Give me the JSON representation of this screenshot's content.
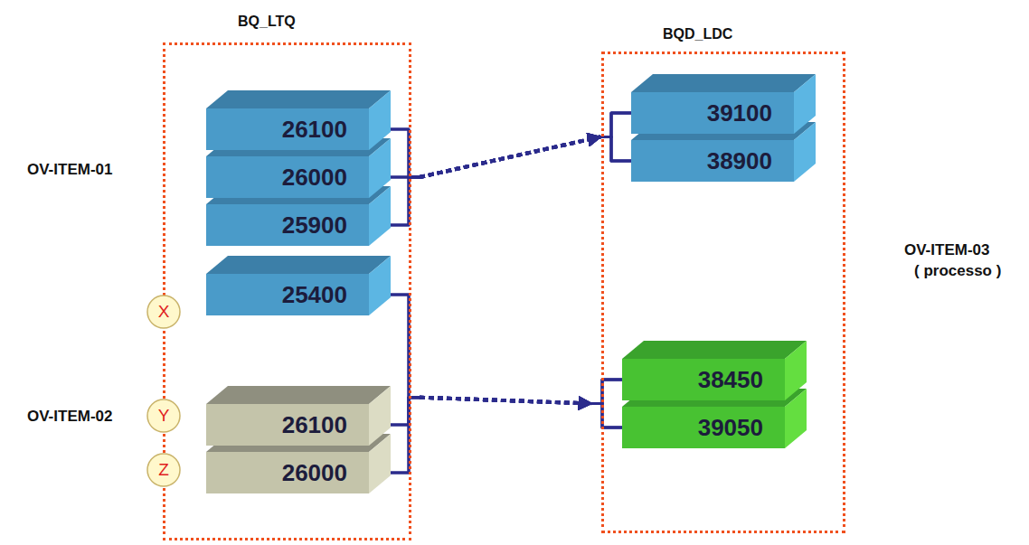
{
  "diagram": {
    "nodes": [
      {
        "text": [
          "BQ_LTQ"
        ]
      },
      {
        "text": [
          "26100"
        ],
        "in": 0
      },
      {
        "text": [
          "26000"
        ],
        "in": 0
      },
      {
        "text": [
          "25900"
        ],
        "in": 0
      },
      {
        "text": [
          "25400"
        ],
        "in": 0
      },
      {
        "text": [
          "26100"
        ],
        "in": 0
      },
      {
        "text": [
          "26000"
        ],
        "in": 0
      },
      {
        "text": [
          "BQD_LDC"
        ]
      },
      {
        "text": [
          "39100"
        ],
        "in": 7
      },
      {
        "text": [
          "38900"
        ],
        "in": 7
      },
      {
        "text": [
          "38450"
        ],
        "in": 7
      },
      {
        "text": [
          "39050"
        ],
        "in": 7
      },
      {
        "text": [
          "X"
        ]
      },
      {
        "text": [
          "Y"
        ]
      },
      {
        "text": [
          "Z"
        ]
      }
    ],
    "edges": [
      {
        "from": 1,
        "to": 8,
        "arrow": "to"
      },
      {
        "from": 1,
        "to": 9,
        "arrow": "to"
      },
      {
        "from": 2,
        "to": 8,
        "arrow": "to"
      },
      {
        "from": 2,
        "to": 9,
        "arrow": "to"
      },
      {
        "from": 3,
        "to": 8,
        "arrow": "to"
      },
      {
        "from": 3,
        "to": 9,
        "arrow": "to"
      },
      {
        "from": 4,
        "to": 10,
        "arrow": "to"
      },
      {
        "from": 4,
        "to": 11,
        "arrow": "to"
      },
      {
        "from": 5,
        "to": 10,
        "arrow": "to"
      },
      {
        "from": 5,
        "to": 11,
        "arrow": "to"
      },
      {
        "from": 6,
        "to": 10,
        "arrow": "to"
      },
      {
        "from": 6,
        "to": 11,
        "arrow": "to"
      }
    ],
    "labels": [
      "OV-ITEM-01",
      "OV-ITEM-02",
      "OV-ITEM-03",
      "( processo )"
    ]
  }
}
